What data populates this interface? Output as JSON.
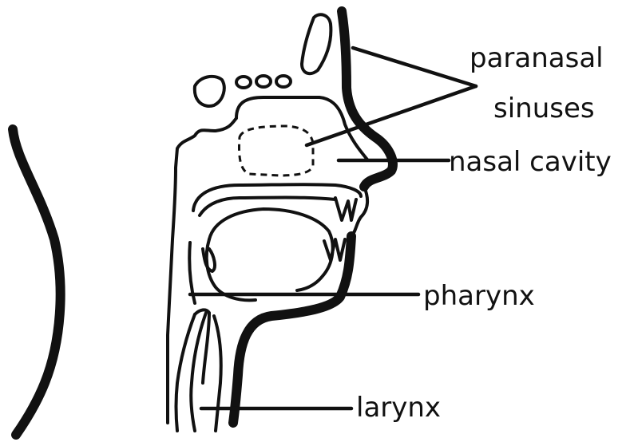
{
  "labels": {
    "paranasal_line1": "paranasal",
    "paranasal_line2": "sinuses",
    "nasal_cavity": "nasal cavity",
    "pharynx": "pharynx",
    "larynx": "larynx"
  },
  "colors": {
    "ink": "#111111",
    "background": "#ffffff"
  }
}
